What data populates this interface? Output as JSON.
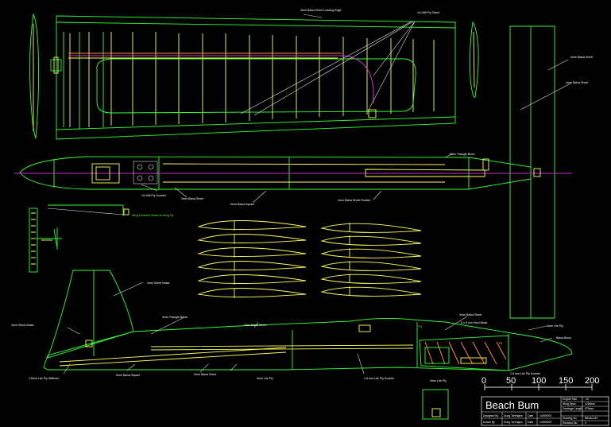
{
  "labels": {
    "leading_edge": "3mm Balsa Sheet Leading Edge",
    "ply_sheet_top": "1/4 Mill Ply Sheet",
    "balsa_sheet_top_r": "4mm Balsa Sheet",
    "balsa_sheet_mid_r": "4mm Balsa Sheet",
    "triangle_block": "5mm Triangle Block",
    "ply_doubler": "1/4 Mill Ply Doubler",
    "balsa_sheet_3mm": "3mm Balsa Sheet",
    "balsa_square": "5mm Balsa Square",
    "balsa_sheet_rudder": "4mm Balsa Sheet Rudder",
    "wing_dihedral": "Wing Dihedral 30mm at Wing Tip",
    "fin_sheet": "4mm Sheet Balsa",
    "fin_sheet_left": "4mm Sheet Balsa",
    "tri_balsa": "3mm Triangle Balsa",
    "balsa_sheet_3mm_b": "3mm Balsa Sheet",
    "balsa_sheet_3mm_c": "3mm Balsa Sheet",
    "balsa_square_b": "5mm Balsa Square",
    "balsa_sheet_3mm_d": "3mm Balsa Sheet",
    "lite_ply": "3mm Lite Ply",
    "lite_ply_doubler": "1.6 mm Lite Ply Doubler",
    "lite_ply_stiffener": "1.6mm Lite Ply Stiffener",
    "hard_block": "8 x 8 mm Hard Block",
    "lite_ply_r": "3mm Lite Ply",
    "balsa_block": "Balsa Block",
    "lite_ply_doubler_b": "1.6 mm Lite Ply Doubler",
    "lite_ply_bottom": "3mm Lite Ply",
    "f1": "F1",
    "f2": "F2",
    "f3": "F3"
  },
  "scale": {
    "ticks": [
      "0",
      "50",
      "100",
      "150",
      "200"
    ]
  },
  "title_block": {
    "title": "Beach Bum",
    "designed_by_lbl": "Designed By",
    "designed_by": "Doug Tarrington",
    "drawn_by_lbl": "Drawn By",
    "drawn_by": "Doug Tarrington",
    "date_lbl": "Date",
    "date1": "1/09/2004",
    "date2": "1/09/2004",
    "engine_lbl": "Engine Size",
    "engine": ".10",
    "span_lbl": "Wing Span",
    "span": "1250mm",
    "length_lbl": "Fuselage Length",
    "length": "875mm",
    "drawing_no_lbl": "Drawing No.",
    "drawing_no": "BBUM-001",
    "rev_lbl": "Revision No.",
    "rev": "0"
  }
}
